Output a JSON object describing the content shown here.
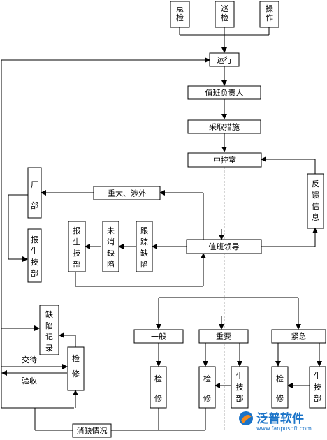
{
  "nodes": {
    "dianjian": "点检",
    "xunjian": "巡检",
    "caozuo": "操作",
    "yunxing": "运行",
    "fuzeren": "值班负责人",
    "caiqu": "采取措施",
    "zhongkong": "中控室",
    "fankui": "反馈信息",
    "zhongda": "重大、涉外",
    "chang": "厂部",
    "baosheng_left": "报生技部",
    "baosheng_mid": "报生技部",
    "weixiao": "未消缺陷",
    "genzong": "跟踪缺陷",
    "lingdao": "值班领导",
    "quexian_jilu": "缺陷记录",
    "jiaodai": "交待",
    "yanshou": "验收",
    "jianxiu_left": "检修",
    "yiban": "一般",
    "zhongyao": "重要",
    "jinji": "紧急",
    "jianxiu_1": "检修",
    "jianxiu_2": "检修",
    "shengjibu_2": "生技部",
    "jianxiu_3": "检修",
    "shengjibu_3": "生技部",
    "xiaoque": "消缺情况"
  },
  "logo": {
    "name": "泛普软件",
    "url": "www.fanpusoft.com",
    "color": "#1a73c8"
  }
}
